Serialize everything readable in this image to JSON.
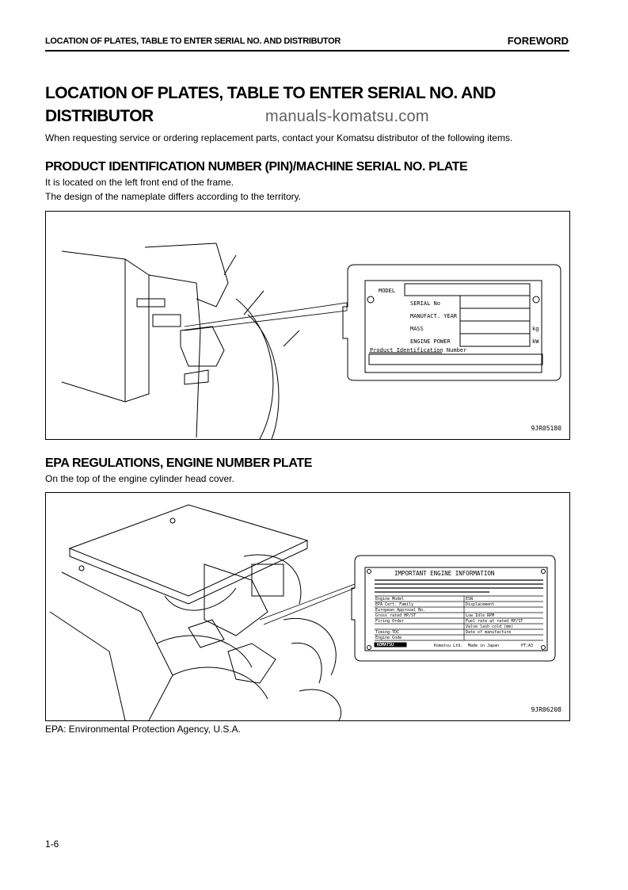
{
  "header": {
    "section": "LOCATION OF PLATES, TABLE TO ENTER SERIAL NO. AND DISTRIBUTOR",
    "chapter": "FOREWORD"
  },
  "title": "LOCATION OF PLATES, TABLE TO ENTER SERIAL NO. AND DISTRIBUTOR",
  "watermark": "manuals-komatsu.com",
  "intro": "When requesting service or ordering replacement parts, contact your Komatsu distributor of the following items.",
  "section1": {
    "heading": "PRODUCT IDENTIFICATION NUMBER (PIN)/MACHINE SERIAL NO. PLATE",
    "lines": [
      "It is located on the left front end of the frame.",
      "The design of the nameplate differs according to the territory."
    ],
    "plate": {
      "model": "MODEL",
      "serial": "SERIAL No",
      "year": "MANUFACT. YEAR",
      "mass": "MASS",
      "mass_unit": "kg",
      "power": "ENGINE POWER",
      "power_unit": "kW",
      "pin": "Product Identification Number"
    },
    "figure_code": "9JR05180"
  },
  "section2": {
    "heading": "EPA REGULATIONS, ENGINE NUMBER PLATE",
    "line": "On the top of the engine cylinder head cover.",
    "plate": {
      "title": "IMPORTANT ENGINE INFORMATION",
      "rows": [
        "Engine Model",
        "EPA Cert. Family",
        "European Approval No.",
        "Gross rated HP/ST",
        "Firing Order",
        "Timing-TDC",
        "Engine Code"
      ],
      "right_rows": [
        "ESN",
        "Displacement",
        "Low Idle RPM",
        "Fuel rate at rated HP/ST",
        "Valve lash cold (mm)",
        "Date of manufacture"
      ],
      "brand": "KOMATSU",
      "maker": "Komatsu Ltd.",
      "origin": "Made in Japan",
      "code": "PT:A3"
    },
    "figure_code": "9JR06208"
  },
  "note": "EPA: Environmental Protection Agency, U.S.A.",
  "page_number": "1-6"
}
